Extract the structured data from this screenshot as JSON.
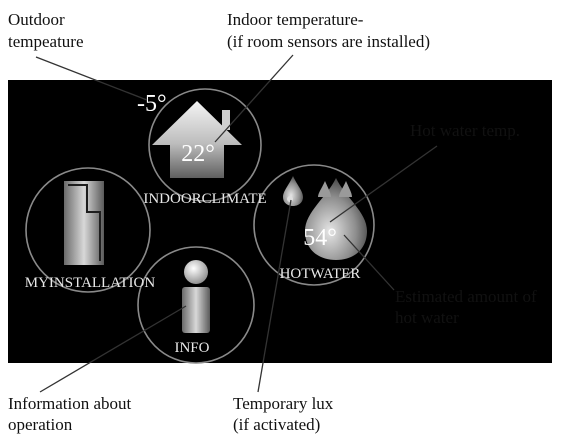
{
  "callouts": {
    "outdoor": [
      "Outdoor",
      "tempeature"
    ],
    "indoor": [
      "Indoor temperature-",
      "(if room sensors are installed)"
    ],
    "hot_water_temp": [
      "Hot water temp."
    ],
    "estimated": [
      "Estimated amount of",
      "hot water"
    ],
    "info_about": [
      "Information about",
      "operation"
    ],
    "temp_lux": [
      "Temporary lux",
      "(if activated)"
    ]
  },
  "display": {
    "outdoor_temp": "-5°",
    "indoor_temp": "22°",
    "hot_water_temp": "54°",
    "indoor_label": "INDOORCLIMATE",
    "install_label": "MYINSTALLATION",
    "hotwater_label": "HOTWATER",
    "info_label": "INFO"
  },
  "icons": {
    "indoor": "house-icon",
    "install": "cabinet-icon",
    "hotwater": "water-drops-icon",
    "info": "info-icon",
    "lux": "lux-drop-icon"
  },
  "colors": {
    "screen_background": "#000000",
    "icon_light": "#f2f2f2",
    "icon_dark": "#6e6e6e"
  }
}
